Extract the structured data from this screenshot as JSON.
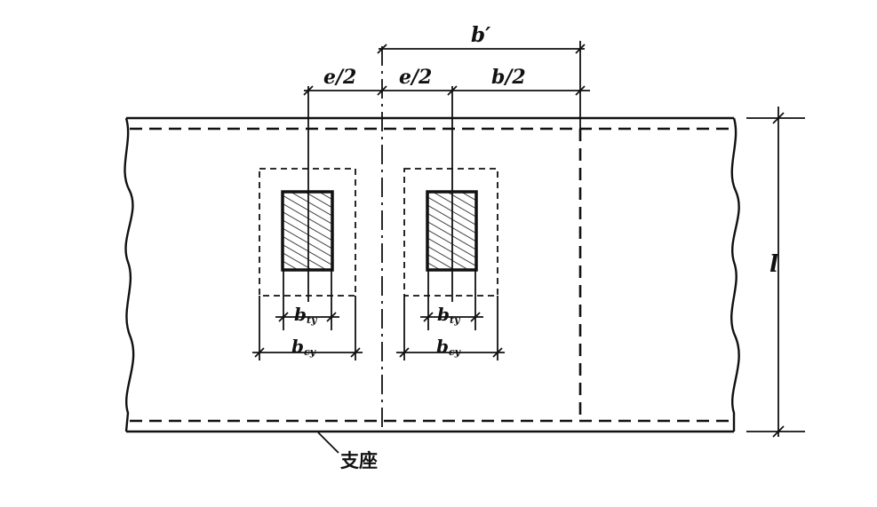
{
  "labels": {
    "b_prime": "b′",
    "e_half_left": "e/2",
    "e_half_right": "e/2",
    "b_half": "b/2",
    "l": "l",
    "b_t_left": {
      "main": "b",
      "sub": "ty"
    },
    "b_c_left": {
      "main": "b",
      "sub": "cy"
    },
    "b_t_right": {
      "main": "b",
      "sub": "ty"
    },
    "b_c_right": {
      "main": "b",
      "sub": "cy"
    },
    "support": "支座"
  }
}
